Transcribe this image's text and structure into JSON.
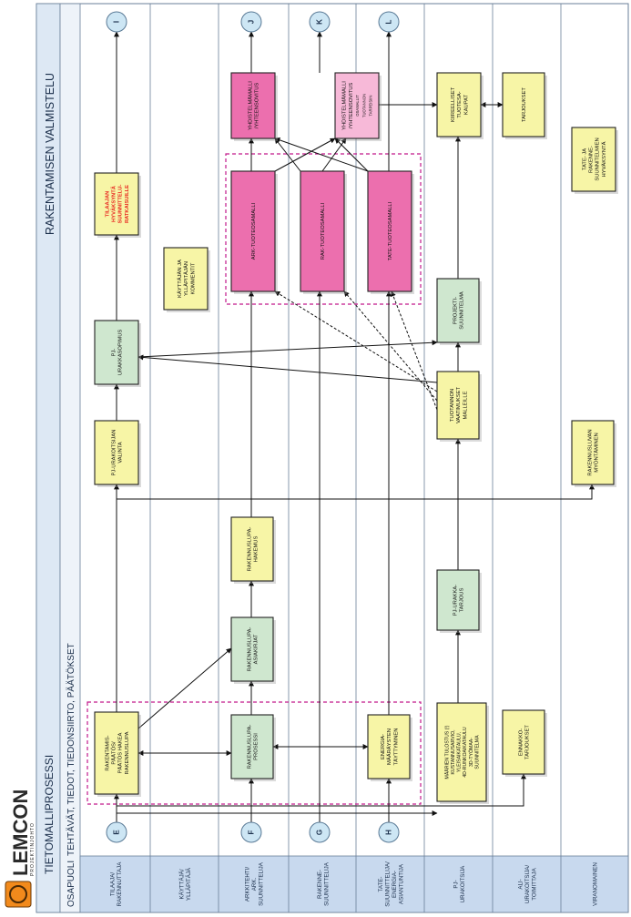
{
  "brand": {
    "logo_text": "LEMCON",
    "logo_sub": "PROJEKTINJOHTO"
  },
  "header": {
    "title": "TIETOMALLIPROSESSI",
    "section": "RAKENTAMISEN VALMISTELU",
    "osapuoli": "OSAPUOLI",
    "tasks": "TEHTÄVÄT, TIEDOT, TIEDONSIIRTO, PÄÄTÖKSET"
  },
  "lanes": [
    [
      "TILAAJA/",
      "RAKENNUTTAJA"
    ],
    [
      "KÄYTTÄJÄ/",
      "YLLÄPITÄJÄ"
    ],
    [
      "ARKKITEHTI/",
      "ARK.",
      "SUUNNITTELIJA"
    ],
    [
      "RAKENNE-",
      "SUUNNITTELIJA"
    ],
    [
      "TATE-",
      "SUUNNITTELIJA/",
      "ENERGIA-",
      "ASIANTUNTIJA"
    ],
    [
      "PJ-",
      "URAKOITSIJA"
    ],
    [
      "ALI-",
      "URAKOITSIJA/",
      "TOIMITTAJA"
    ],
    [
      "VIRANOMAINEN"
    ]
  ],
  "connectors": [
    "E",
    "F",
    "G",
    "H",
    "I",
    "J",
    "K",
    "L"
  ],
  "boxes": {
    "rakentamispaatos": [
      "RAKENTAMIS-",
      "PÄÄTÖS/",
      "PÄÄTÖS HAKEA",
      "RAKENNUSLUPA"
    ],
    "pj_valinta": [
      "PJ-URAKOITSIJAN",
      "VALINTA"
    ],
    "pj_sopimus": [
      "PJ-",
      "URAKKASOPIMUS"
    ],
    "tilaaja_hyvaksynta": [
      "TILAAJAN",
      "HYVÄKSYNTÄ",
      "SUUNNITTELU-",
      "RATKAISUILLE"
    ],
    "kayttajan_kommentit": [
      "KÄYTTÄJÄN JA",
      "YLLÄPITÄJÄN",
      "KOMMENTIT"
    ],
    "lupaprosessi": [
      "RAKENNUSLUPA-",
      "PROSESSI"
    ],
    "lupa_asiakirjat": [
      "RAKENNUSLUPA-",
      "ASIAKIRJAT"
    ],
    "lupa_hakemus": [
      "RAKENNUSLUPA-",
      "HAKEMUS"
    ],
    "ark_malli": [
      "ARK-TUOTEOSAMALLI"
    ],
    "yhd_1": [
      "YHDISTELMÄMALLI",
      "/YHTEENSOVITUS"
    ],
    "rak_malli": [
      "RAK-TUOTEOSAMALLI"
    ],
    "yhd_2": [
      "YHDISTELMÄMALLI",
      "/YHTEENSOVITUS"
    ],
    "yhd_2_note": [
      "OSAMALLIT",
      "TUOTANNON",
      "TARPEISIIN"
    ],
    "energia": [
      "ENERGIA-",
      "MÄÄRÄYSTEN",
      "TÄYTTYMINEN"
    ],
    "tate_malli": [
      "TATE-TUOTEOSAMALLI"
    ],
    "maarien_tulostus": [
      "MÄÄRIEN TULOSTUS (!)",
      "KUSTANNUSARVIO,",
      "YLEISAIKATAULU,",
      "4D-RUNKOAIKATAULU",
      "3D-TYÖMAA-",
      "SUUNNITELMA"
    ],
    "pj_tarjous": [
      "PJ-URAKKA-",
      "TARJOUS"
    ],
    "tuotannon_vaatimukset": [
      "TUOTANNON",
      "VAATIMUKSET",
      "MALLEILLE"
    ],
    "projektisuunnitelma": [
      "PROJEKTI-",
      "SUUNNITELMA"
    ],
    "kiireelliset": [
      "KIIREELLISET",
      "TUOTESA-",
      "KAUPAT"
    ],
    "ennakkotarjoukset": [
      "ENNAKKO-",
      "TARJOUKSET"
    ],
    "tarjoukset": [
      "TARJOUKSET"
    ],
    "lupa_myontaminen": [
      "RAKENNUSLUVAN",
      "MYÖNTÄMINEN"
    ],
    "tate_hyvaksynta": [
      "TATE- JA",
      "RAKENNE-",
      "SUUNNITELMIEN",
      "HYVÄKSYNTÄ"
    ]
  },
  "colors": {
    "lane_header": "#c8d9ee",
    "title_bar": "#dde8f4",
    "yellow": "#f7f5a6",
    "green": "#cfe7cf",
    "pink": "#ec6fae",
    "pink_light": "#f7b9d8",
    "red_text": "#e8251f",
    "dashed_group": "#c2188b",
    "connector": "#cde6f4",
    "logo_orange": "#f28a1c"
  }
}
